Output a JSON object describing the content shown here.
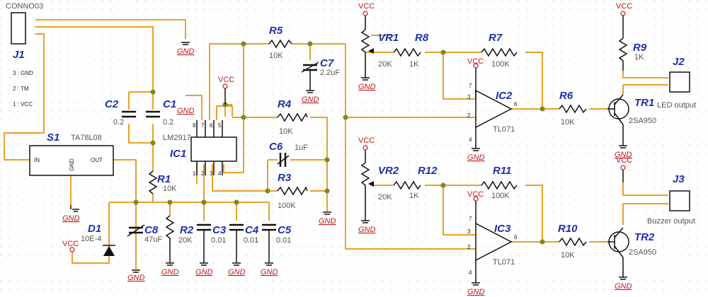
{
  "connector": {
    "name": "CONNO03",
    "ref": "J1",
    "pins": [
      "3 : GND",
      "2 : TM",
      "1 : VCC"
    ]
  },
  "labels": {
    "gnd": "GND",
    "vcc": "VCC"
  },
  "regulator": {
    "ref": "S1",
    "part": "TA78L08",
    "in": "IN",
    "gnd": "GND",
    "out": "OUT"
  },
  "ic1": {
    "ref": "IC1",
    "part": "LM2917",
    "pins_top": [
      "8",
      "7",
      "6",
      "5"
    ],
    "pins_bottom": [
      "1",
      "2",
      "3",
      "4"
    ]
  },
  "ic2": {
    "ref": "IC2",
    "part": "TL071"
  },
  "ic3": {
    "ref": "IC3",
    "part": "TL071"
  },
  "caps": [
    {
      "ref": "C2",
      "value": "0.2"
    },
    {
      "ref": "C1",
      "value": "0.2"
    },
    {
      "ref": "C3",
      "value": "0.01"
    },
    {
      "ref": "C4",
      "value": "0.01"
    },
    {
      "ref": "C5",
      "value": "0.01"
    },
    {
      "ref": "C6",
      "value": "1uF"
    },
    {
      "ref": "C7",
      "value": "2.2uF"
    },
    {
      "ref": "C8",
      "value": "47uF"
    }
  ],
  "resistors": [
    {
      "ref": "R1",
      "value": "10K"
    },
    {
      "ref": "R2",
      "value": "20K"
    },
    {
      "ref": "R3",
      "value": "100K"
    },
    {
      "ref": "R4",
      "value": "10K"
    },
    {
      "ref": "R5",
      "value": "10K"
    },
    {
      "ref": "R6",
      "value": "10K"
    },
    {
      "ref": "R7",
      "value": "100K"
    },
    {
      "ref": "R8",
      "value": "1K"
    },
    {
      "ref": "R9",
      "value": "1K"
    },
    {
      "ref": "R10",
      "value": "10K"
    },
    {
      "ref": "R11",
      "value": "100K"
    },
    {
      "ref": "R12",
      "value": "1K"
    }
  ],
  "pots": [
    {
      "ref": "VR1",
      "value": "20K"
    },
    {
      "ref": "VR2",
      "value": "20K"
    }
  ],
  "diode": {
    "ref": "D1",
    "part": "10E-4"
  },
  "transistors": [
    {
      "ref": "TR1",
      "part": "2SA950"
    },
    {
      "ref": "TR2",
      "part": "2SA950"
    }
  ],
  "outputs": [
    {
      "ref": "J2",
      "note": "LED output"
    },
    {
      "ref": "J3",
      "note": "Buzzer output"
    }
  ]
}
